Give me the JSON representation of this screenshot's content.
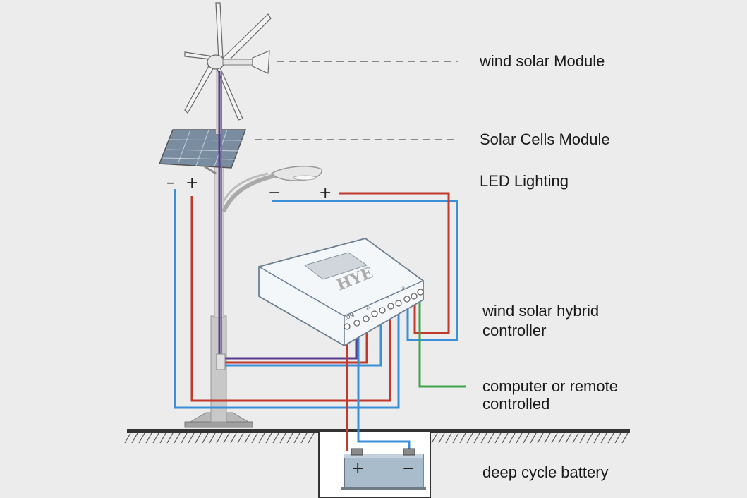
{
  "labels": {
    "wind_module": "wind solar Module",
    "solar_module": "Solar Cells Module",
    "led": "LED Lighting",
    "controller_line1": "wind solar hybrid",
    "controller_line2": "controller",
    "remote_line1": "computer or remote",
    "remote_line2": "controlled",
    "battery": "deep cycle battery"
  },
  "symbols": {
    "minus": "−",
    "plus": "+",
    "minus_dash": "–"
  },
  "controller": {
    "brand": "HYE",
    "port_labels": [
      "COM",
      "⁂",
      "☼",
      "☀"
    ]
  },
  "colors": {
    "positive_wire": "#c0392b",
    "negative_wire": "#3a8fd6",
    "signal_wire": "#3fa34d",
    "turbine_wire": "#5b3b8c",
    "pole": "#c8c8c8",
    "background": "#ececec"
  }
}
